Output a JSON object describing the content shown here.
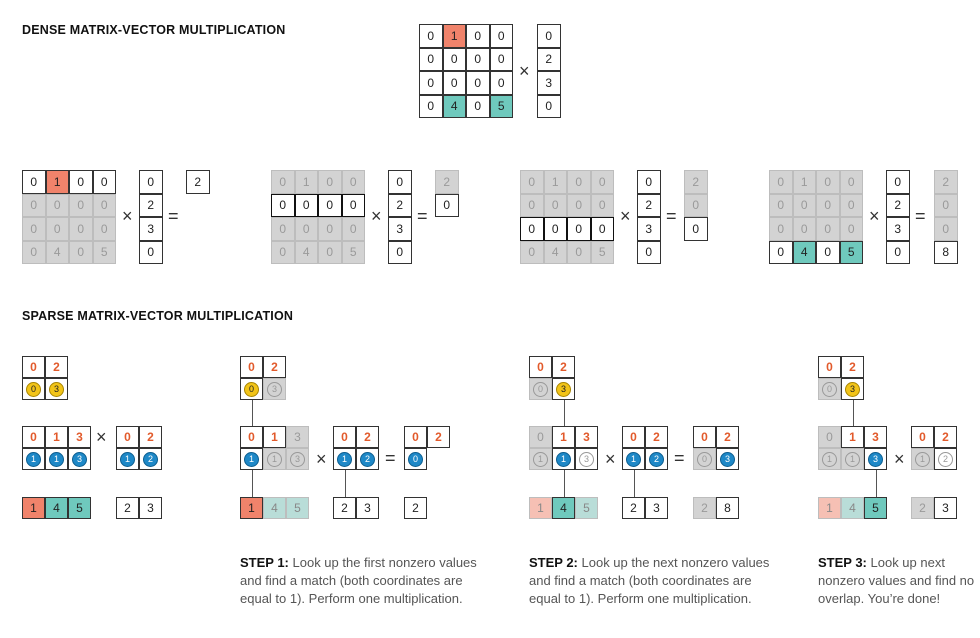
{
  "dense": {
    "title": "DENSE MATRIX-VECTOR MULTIPLICATION",
    "matrix": [
      [
        "0",
        "1",
        "0",
        "0"
      ],
      [
        "0",
        "0",
        "0",
        "0"
      ],
      [
        "0",
        "0",
        "0",
        "0"
      ],
      [
        "0",
        "4",
        "0",
        "5"
      ]
    ],
    "vector": [
      "0",
      "2",
      "3",
      "0"
    ],
    "results": [
      "2",
      "0",
      "0",
      "8"
    ]
  },
  "sparse": {
    "title": "SPARSE MATRIX-VECTOR MULTIPLICATION",
    "vec_idx": [
      "0",
      "2"
    ],
    "vec_coord": [
      "0",
      "3"
    ],
    "mat_idx": [
      "0",
      "1",
      "3"
    ],
    "mat_coord": [
      "1",
      "1",
      "3"
    ],
    "mat_vals": [
      "1",
      "4",
      "5"
    ],
    "vec2_idx": [
      "0",
      "2"
    ],
    "vec2_coord": [
      "1",
      "2"
    ],
    "vec_vals": [
      "2",
      "3"
    ],
    "res_idx": [
      "0",
      "2"
    ],
    "res1_coord": [
      "0"
    ],
    "res2_coord": [
      "0",
      "3"
    ],
    "res1_vals": [
      "2"
    ],
    "res2_vals": [
      "2",
      "8"
    ],
    "res3_vals": [
      "2",
      "3"
    ]
  },
  "ops": {
    "times": "×",
    "equals": "="
  },
  "steps": [
    {
      "label": "STEP 1:",
      "text": " Look up the first nonzero values and find a match (both coordinates are equal to 1). Perform one multiplication."
    },
    {
      "label": "STEP 2:",
      "text": " Look up the next nonzero values and find a match (both coordinates are equal to 1). Perform one multiplication."
    },
    {
      "label": "STEP 3:",
      "text": " Look up next nonzero values and find no overlap. You’re done!"
    }
  ],
  "colors": {
    "orange": "#f0836b",
    "teal": "#6fc9bd",
    "blue": "#1e88c7",
    "yellow": "#f2c418",
    "gray": "#d3d3d3",
    "index_red": "#e25a2b"
  }
}
